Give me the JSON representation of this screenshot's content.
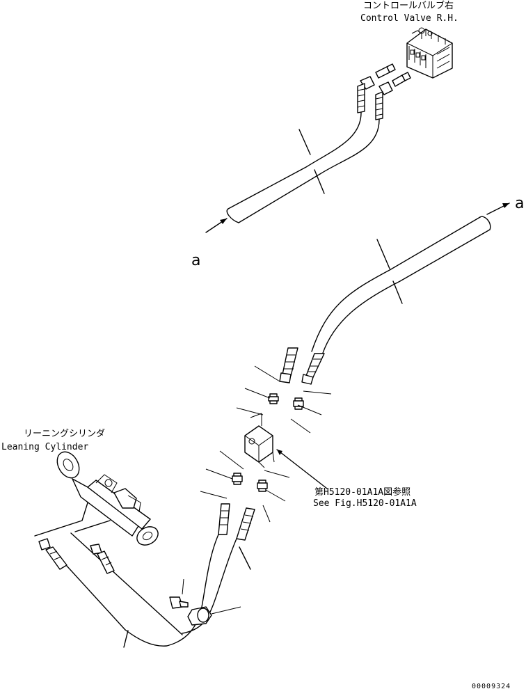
{
  "labels": {
    "control_valve_jp": "コントロールバルブ右",
    "control_valve_en": "Control Valve R.H.",
    "leaning_cylinder_jp": "リーニングシリンダ",
    "leaning_cylinder_en": "Leaning Cylinder",
    "see_fig_jp": "第H5120-01A1A図参照",
    "see_fig_en": "See Fig.H5120-01A1A",
    "arrow_a_left": "a",
    "arrow_a_right": "a",
    "drawing_number": "00009324"
  }
}
